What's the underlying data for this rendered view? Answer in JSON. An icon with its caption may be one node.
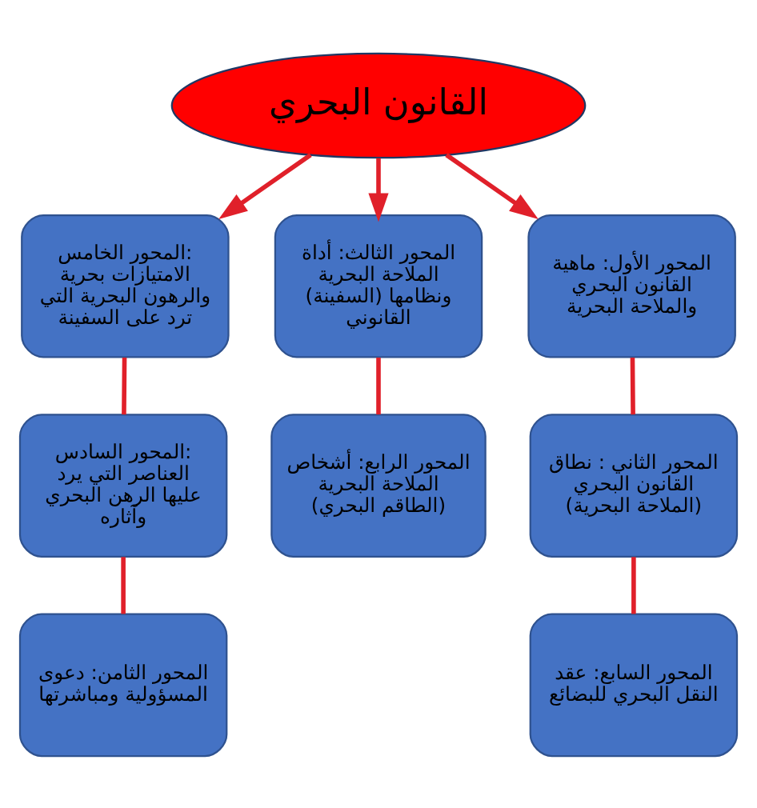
{
  "diagram": {
    "nodes": [
      {
        "text": [
          "القانون البحري"
        ]
      },
      {
        "text": [
          "المحور الأول: ماهية القانون البحري والملاحة البحرية"
        ]
      },
      {
        "text": [
          "المحور الثالث: أداة الملاحة البحرية (السفينة) ونظامها القانوني"
        ]
      },
      {
        "text": [
          "المحور الخامس: الامتيازات بحرية والرهون البحرية التي ترد على السفينة"
        ]
      },
      {
        "text": [
          "المحور الثاني : نطاق القانون البحري (الملاحة البحرية)"
        ]
      },
      {
        "text": [
          "المحور الرابع: أشخاص الملاحة البحرية (الطاقم البحري)"
        ]
      },
      {
        "text": [
          "المحور السادس: العناصر التي يرد عليها الرهن البحري وآثاره"
        ]
      },
      {
        "text": [
          "المحور السابع: عقد النقل البحري للبضائع"
        ]
      },
      {
        "text": [
          "المحور الثامن: دعوى المسؤولية ومباشرتها"
        ]
      }
    ],
    "edges": [
      {
        "from": 0,
        "to": 1,
        "arrow": "to"
      },
      {
        "from": 0,
        "to": 2,
        "arrow": "to"
      },
      {
        "from": 0,
        "to": 3,
        "arrow": "to"
      },
      {
        "from": 1,
        "to": 4,
        "arrow": "none"
      },
      {
        "from": 2,
        "to": 5,
        "arrow": "none"
      },
      {
        "from": 3,
        "to": 6,
        "arrow": "none"
      },
      {
        "from": 4,
        "to": 7,
        "arrow": "none"
      },
      {
        "from": 6,
        "to": 8,
        "arrow": "none"
      }
    ]
  }
}
